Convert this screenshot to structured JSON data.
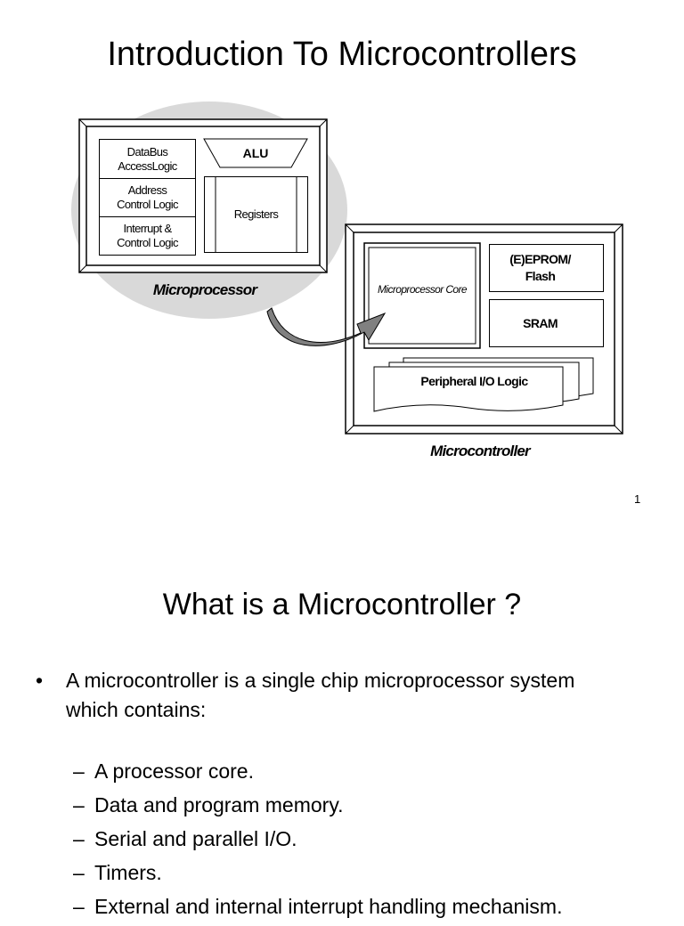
{
  "slide1": {
    "title": "Introduction To Microcontrollers",
    "microprocessor": {
      "caption": "Microprocessor",
      "databus": "DataBus AccessLogic",
      "address": "Address Control Logic",
      "interrupt": "Interrupt & Control Logic",
      "alu": "ALU",
      "registers": "Registers"
    },
    "microcontroller": {
      "caption": "Microcontroller",
      "core": "Microprocessor Core",
      "eeprom": "(E)EPROM/ Flash",
      "sram": "SRAM",
      "peripheral": "Peripheral I/O Logic"
    },
    "page_number": "1"
  },
  "slide2": {
    "title": "What is a Microcontroller ?",
    "bullet_symbol": "•",
    "dash_symbol": "–",
    "intro": "A microcontroller is a single chip microprocessor system which contains:",
    "items": [
      "A processor core.",
      "Data and program memory.",
      "Serial and parallel I/O.",
      "Timers.",
      "External and internal interrupt handling mechanism."
    ]
  },
  "colors": {
    "ellipse": "#d9d9d9",
    "frame": "#000000",
    "arrow_fill": "#808080"
  }
}
